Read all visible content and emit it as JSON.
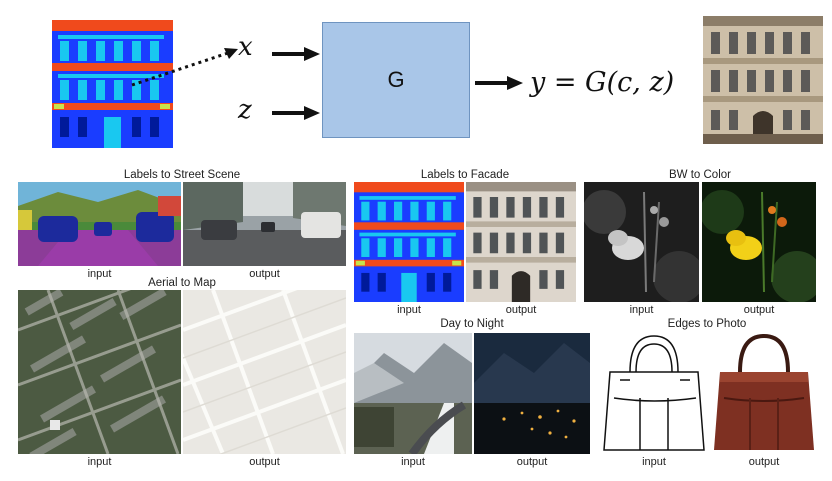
{
  "diagram": {
    "x_symbol": "x",
    "z_symbol": "z",
    "generator_label": "G",
    "output_prefix": "y = ",
    "output_func": "G",
    "output_args": "(c, z)"
  },
  "panels": [
    {
      "title": "Labels to Street Scene",
      "left_caption": "input",
      "right_caption": "output"
    },
    {
      "title": "Labels to Facade",
      "left_caption": "input",
      "right_caption": "output"
    },
    {
      "title": "BW to Color",
      "left_caption": "input",
      "right_caption": "output"
    },
    {
      "title": "Aerial to Map",
      "left_caption": "input",
      "right_caption": "output"
    },
    {
      "title": "Day to Night",
      "left_caption": "input",
      "right_caption": "output"
    },
    {
      "title": "Edges to Photo",
      "left_caption": "input",
      "right_caption": "output"
    }
  ],
  "colors": {
    "generator_fill": "#a9c6e8",
    "label_red": "#f04a1c",
    "label_blue": "#1a3dff",
    "label_cyan": "#19c8f0",
    "label_navy": "#001a9a"
  }
}
